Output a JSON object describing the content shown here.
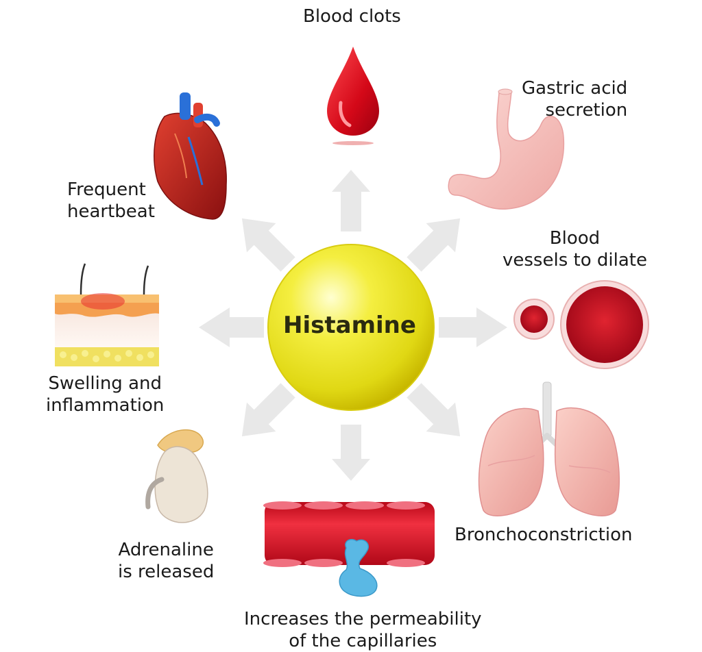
{
  "center": {
    "label": "Histamine"
  },
  "effects": [
    {
      "id": "blood-clots",
      "lines": [
        "Blood clots"
      ],
      "icon": "blood-drop-icon"
    },
    {
      "id": "gastric-acid",
      "lines": [
        "Gastric acid",
        "secretion"
      ],
      "icon": "stomach-icon"
    },
    {
      "id": "blood-vessels",
      "lines": [
        "Blood",
        "vessels to dilate"
      ],
      "icon": "blood-vessel-cross-section-icon"
    },
    {
      "id": "bronchoconstriction",
      "lines": [
        "Bronchoconstriction"
      ],
      "icon": "lungs-icon"
    },
    {
      "id": "permeability",
      "lines": [
        "Increases the permeability",
        "of the capillaries"
      ],
      "icon": "capillary-icon"
    },
    {
      "id": "adrenaline",
      "lines": [
        "Adrenaline",
        "is released"
      ],
      "icon": "adrenal-gland-icon"
    },
    {
      "id": "swelling",
      "lines": [
        "Swelling and",
        "inflammation"
      ],
      "icon": "skin-section-icon"
    },
    {
      "id": "heartbeat",
      "lines": [
        "Frequent",
        "heartbeat"
      ],
      "icon": "heart-icon"
    }
  ],
  "colors": {
    "center": "#e8e020",
    "arrow": "#e6e6e6",
    "blood": "#d01020",
    "tissue": "#f4b0a8"
  }
}
